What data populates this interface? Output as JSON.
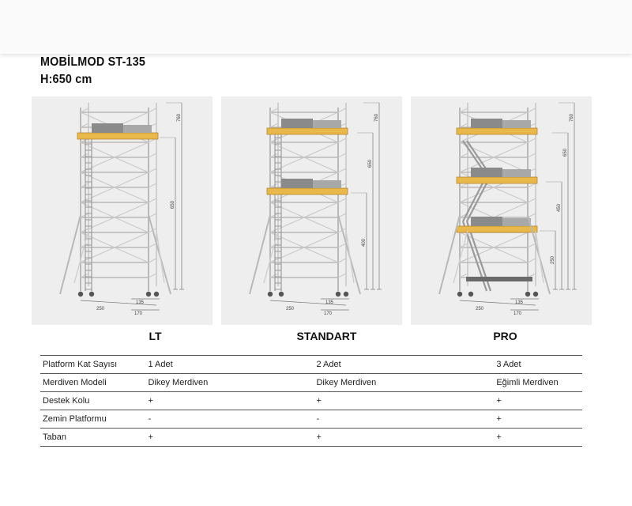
{
  "header": {
    "title": "MOBİLMOD ST-135",
    "subtitle": "H:650 cm"
  },
  "variants": [
    {
      "label": "LT",
      "dims": {
        "top": "760",
        "mid1": "650",
        "base_w": "250",
        "base_d1": "135",
        "base_d2": "170"
      }
    },
    {
      "label": "STANDART",
      "dims": {
        "top": "760",
        "mid1": "650",
        "mid2": "400",
        "base_w": "250",
        "base_d1": "135",
        "base_d2": "170"
      }
    },
    {
      "label": "PRO",
      "dims": {
        "top": "760",
        "mid1": "650",
        "mid2": "450",
        "mid3": "250",
        "base_w": "250",
        "base_d1": "135",
        "base_d2": "170"
      }
    }
  ],
  "table": {
    "rows": [
      [
        "Platform Kat Sayısı",
        "1 Adet",
        "2 Adet",
        "3 Adet"
      ],
      [
        "Merdiven Modeli",
        "Dikey Merdiven",
        "Dikey Merdiven",
        "Eğimli Merdiven"
      ],
      [
        "Destek Kolu",
        "+",
        "+",
        "+"
      ],
      [
        "Zemin Platformu",
        "-",
        "-",
        "+"
      ],
      [
        "Taban",
        "+",
        "+",
        "+"
      ]
    ]
  },
  "colors": {
    "frame": "#b9b9b9",
    "platform": "#e8b84a",
    "guard": "#8a8a8a",
    "panel_bg": "#eeeeee"
  }
}
